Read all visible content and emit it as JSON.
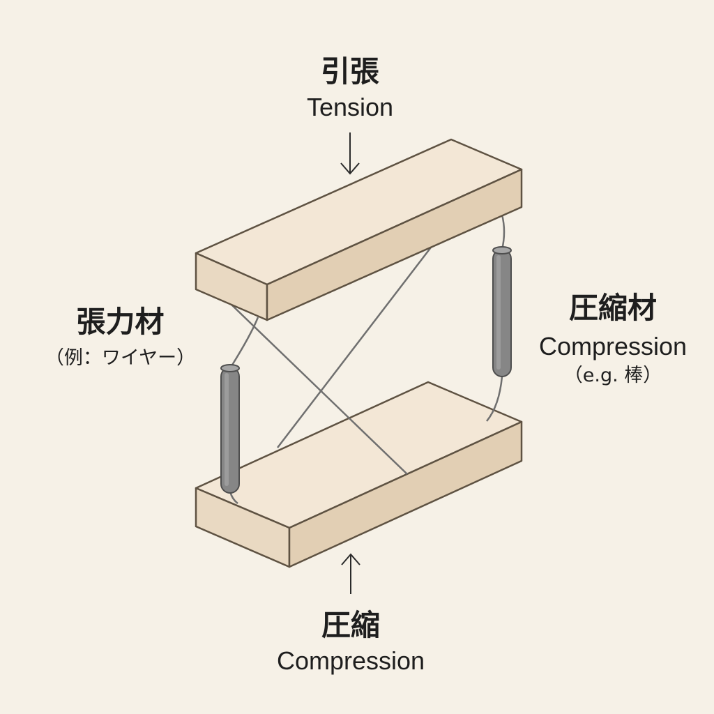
{
  "top": {
    "jp": "引張",
    "en": "Tension"
  },
  "bottom": {
    "jp": "圧縮",
    "en": "Compression"
  },
  "left": {
    "jp": "張力材",
    "note": "（例：ワイヤー）"
  },
  "right": {
    "jp": "圧縮材",
    "en": "Compression",
    "note": "（e.g. 棒）"
  },
  "colors": {
    "background": "#f6f1e7",
    "block_top": "#f3e7d6",
    "block_front": "#e9d9c2",
    "block_side": "#e2cfb4",
    "edge": "#5e5242",
    "wire": "#6f6f6f",
    "rod": "#868686"
  }
}
